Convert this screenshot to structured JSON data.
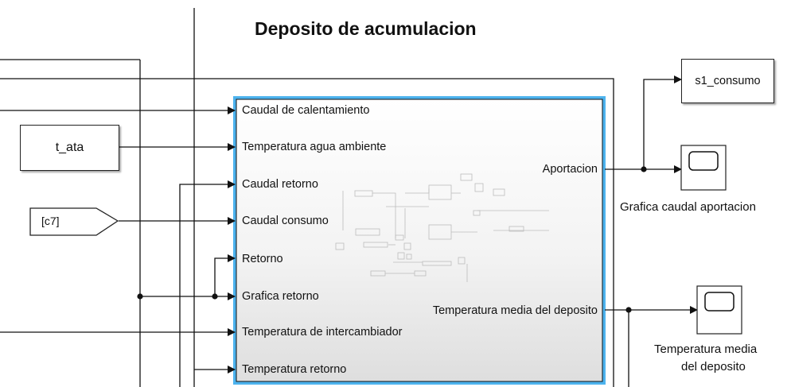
{
  "diagram": {
    "title": "Deposito de acumulacion",
    "subsystem": {
      "inputs": [
        "Caudal de calentamiento",
        "Temperatura agua ambiente",
        "Caudal retorno",
        "Caudal consumo",
        "Retorno",
        "Grafica retorno",
        "Temperatura de intercambiador",
        "Temperatura retorno"
      ],
      "outputs": [
        "Aportacion",
        "Temperatura media del deposito"
      ]
    },
    "blocks": {
      "t_ata": "t_ata",
      "c7": "[c7]",
      "s1_consumo": "s1_consumo"
    },
    "scopes": {
      "caudal": "Grafica caudal aportacion",
      "temp_line1": "Temperatura media",
      "temp_line2": "del deposito"
    },
    "colors": {
      "subsystem_border": "#3fa9e6",
      "line": "#111111"
    }
  }
}
